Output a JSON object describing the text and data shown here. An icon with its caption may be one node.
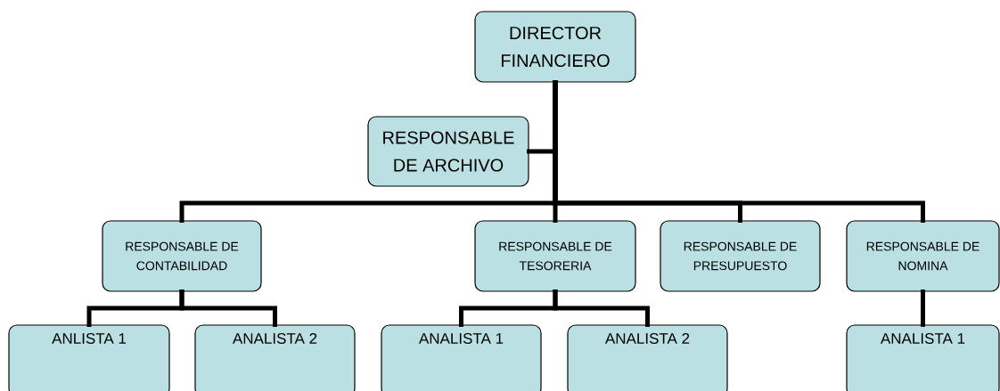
{
  "diagram": {
    "nodes": [
      {
        "text": [
          "DIRECTOR FINANCIERO"
        ]
      },
      {
        "text": [
          "RESPONSABLE DE ARCHIVO"
        ]
      },
      {
        "text": [
          "RESPONSABLE DE CONTABILIDAD"
        ]
      },
      {
        "text": [
          "RESPONSABLE DE TESORERIA"
        ]
      },
      {
        "text": [
          "RESPONSABLE DE PRESUPUESTO"
        ]
      },
      {
        "text": [
          "RESPONSABLE DE NOMINA"
        ]
      },
      {
        "text": [
          "ANLISTA 1"
        ]
      },
      {
        "text": [
          "ANALISTA 2"
        ]
      },
      {
        "text": [
          "ANALISTA 1"
        ]
      },
      {
        "text": [
          "ANALISTA 2"
        ]
      },
      {
        "text": [
          "ANALISTA 1"
        ]
      }
    ],
    "edges": [
      {
        "from": 0,
        "to": 1,
        "arrow": "none"
      },
      {
        "from": 0,
        "to": 2,
        "arrow": "none"
      },
      {
        "from": 0,
        "to": 3,
        "arrow": "none"
      },
      {
        "from": 0,
        "to": 4,
        "arrow": "none"
      },
      {
        "from": 0,
        "to": 5,
        "arrow": "none"
      },
      {
        "from": 2,
        "to": 6,
        "arrow": "none"
      },
      {
        "from": 2,
        "to": 7,
        "arrow": "none"
      },
      {
        "from": 3,
        "to": 8,
        "arrow": "none"
      },
      {
        "from": 3,
        "to": 9,
        "arrow": "none"
      },
      {
        "from": 5,
        "to": 10,
        "arrow": "none"
      }
    ]
  }
}
